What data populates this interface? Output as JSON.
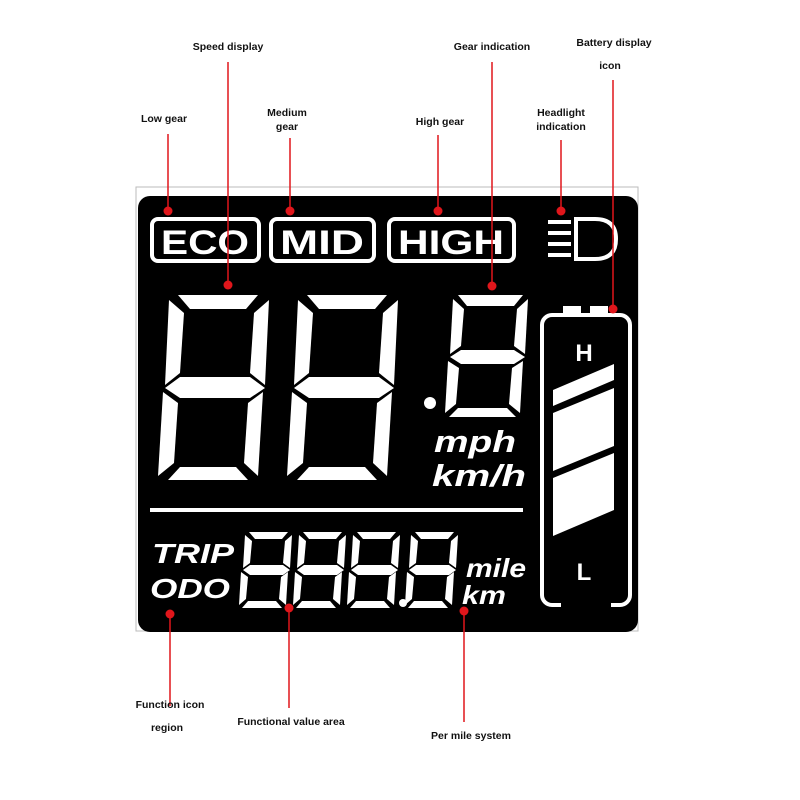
{
  "callouts": {
    "speed_display": "Speed display",
    "gear_indication": "Gear indication",
    "battery_display": "Battery display",
    "battery_icon": "icon",
    "low_gear": "Low gear",
    "medium_gear_1": "Medium",
    "medium_gear_2": "gear",
    "high_gear": "High gear",
    "headlight_1": "Headlight",
    "headlight_2": "indication",
    "function_icon_1": "Function icon",
    "function_icon_2": "region",
    "functional_value": "Functional value area",
    "per_mile": "Per mile system"
  },
  "lcd": {
    "modes": [
      "ECO",
      "MID",
      "HIGH"
    ],
    "speed_units": [
      "mph",
      "km/h"
    ],
    "function_labels": [
      "TRIP",
      "ODO"
    ],
    "distance_units": [
      "mile",
      "km"
    ],
    "battery_high": "H",
    "battery_low": "L"
  },
  "colors": {
    "background": "#ffffff",
    "lcd": "#000000",
    "segment": "#ffffff",
    "callout_dot": "#e0161b",
    "callout_line": "#e0161b"
  },
  "icons": [
    "headlight-icon",
    "battery-icon"
  ]
}
